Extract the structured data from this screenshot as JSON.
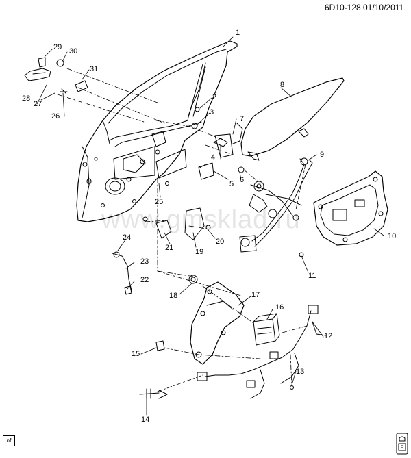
{
  "header": {
    "reference": "6D10-128  01/10/2011"
  },
  "watermark": "www.gmsklad.ru",
  "corner_tag": "nf",
  "callouts": {
    "c1": "1",
    "c2": "2",
    "c3": "3",
    "c4": "4",
    "c5": "5",
    "c6": "6",
    "c7": "7",
    "c8": "8",
    "c9": "9",
    "c10": "10",
    "c11": "11",
    "c12": "12",
    "c13": "13",
    "c14": "14",
    "c15": "15",
    "c16": "16",
    "c17": "17",
    "c18": "18",
    "c19": "19",
    "c20": "20",
    "c21": "21",
    "c22": "22",
    "c23": "23",
    "c24": "24",
    "c25": "25",
    "c26": "26",
    "c27": "27",
    "c28": "28",
    "c29": "29",
    "c30": "30",
    "c31": "31"
  },
  "colors": {
    "line": "#000000",
    "background": "#ffffff",
    "watermark": "#000000"
  }
}
